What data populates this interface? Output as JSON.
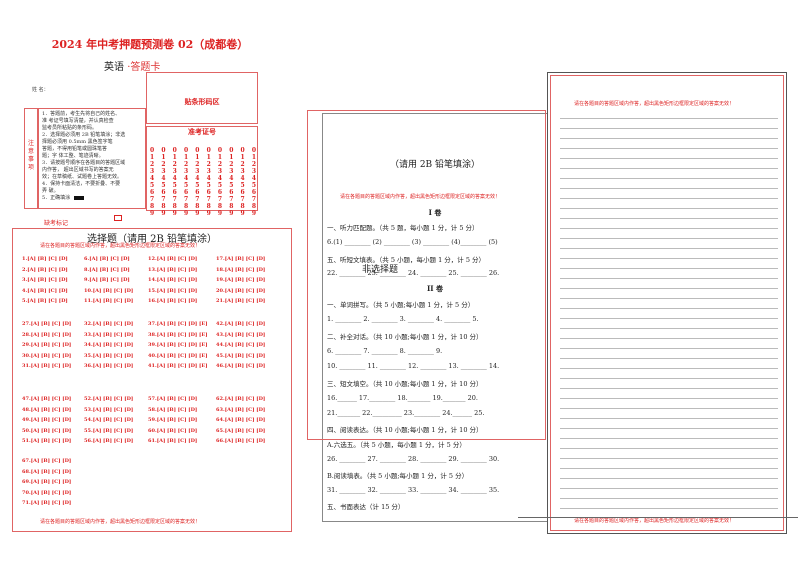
{
  "header": {
    "title": "2024 年中考押题预测卷 02（成都卷）",
    "subject": "英语",
    "card": "·答题卡",
    "name_label": "姓 名："
  },
  "barcode_label": "贴条形码区",
  "notes": {
    "side_label": "注意事项",
    "lines": [
      "1．答题前，考生先将自己的姓名、",
      "准 考证号填写清楚，并认真检查",
      "监考员所粘贴的条形码。",
      "2．选择题必须用 2B 铅笔填涂；非选",
      "择题必须用 0.5mm 黑色签字笔",
      "答题，不得用铅笔或圆珠笔答",
      "题；字 体工整、笔迹清晰。",
      "3．请按题号顺序在各题目的答题区域",
      "内作答， 超出区域书写的答案无",
      "效；在草稿纸、试题卷上答题无效。",
      "4．保持卡面清洁，不要折叠、不要",
      "弄 破。",
      "5．正确填涂"
    ]
  },
  "admit": {
    "label": "准考证号",
    "digits": [
      "0",
      "1",
      "2",
      "3",
      "4",
      "5",
      "6",
      "7",
      "8",
      "9"
    ],
    "columns": 10
  },
  "absent_label": "缺考标记",
  "warning": "请在各题目的答题区域内作答，超出黑色矩形边框限定区域的答案无效！",
  "choice": {
    "title": "选择题（请用 2B 铅笔填涂）",
    "blocks": [
      [
        "1.[A] [B] [C] [D]",
        "6.[A] [B] [C] [D]",
        "12.[A] [B] [C] [D]",
        "17.[A] [B] [C] [D]",
        "2.[A] [B] [C] [D]",
        "8.[A] [B] [C] [D]",
        "13.[A] [B] [C] [D]",
        "18.[A] [B] [C] [D]",
        "3.[A] [B] [C] [D]",
        "9.[A] [B] [C] [D]",
        "14.[A] [B] [C] [D]",
        "19.[A] [B] [C] [D]",
        "4.[A] [B] [C] [D]",
        "10.[A] [B] [C] [D]",
        "15.[A] [B] [C] [D]",
        "20.[A] [B] [C] [D]",
        "5.[A] [B] [C] [D]",
        "11.[A] [B] [C] [D]",
        "16.[A] [B] [C] [D]",
        "21.[A] [B] [C] [D]"
      ],
      [
        "27.[A] [B] [C] [D]",
        "32.[A] [B] [C] [D]",
        "37.[A] [B] [C] [D] [E]",
        "42.[A] [B] [C] [D]",
        "28.[A] [B] [C] [D]",
        "33.[A] [B] [C] [D]",
        "38.[A] [B] [C] [D] [E]",
        "43.[A] [B] [C] [D]",
        "29.[A] [B] [C] [D]",
        "34.[A] [B] [C] [D]",
        "39.[A] [B] [C] [D] [E]",
        "44.[A] [B] [C] [D]",
        "30.[A] [B] [C] [D]",
        "35.[A] [B] [C] [D]",
        "40.[A] [B] [C] [D] [E]",
        "45.[A] [B] [C] [D]",
        "31.[A] [B] [C] [D]",
        "36.[A] [B] [C] [D]",
        "41.[A] [B] [C] [D] [E]",
        "46.[A] [B] [C] [D]"
      ],
      [
        "47.[A] [B] [C] [D]",
        "52.[A] [B] [C] [D]",
        "57.[A] [B] [C] [D]",
        "62.[A] [B] [C] [D]",
        "48.[A] [B] [C] [D]",
        "53.[A] [B] [C] [D]",
        "58.[A] [B] [C] [D]",
        "63.[A] [B] [C] [D]",
        "49.[A] [B] [C] [D]",
        "54.[A] [B] [C] [D]",
        "59.[A] [B] [C] [D]",
        "64.[A] [B] [C] [D]",
        "50.[A] [B] [C] [D]",
        "55.[A] [B] [C] [D]",
        "60.[A] [B] [C] [D]",
        "65.[A] [B] [C] [D]",
        "51.[A] [B] [C] [D]",
        "56.[A] [B] [C] [D]",
        "61.[A] [B] [C] [D]",
        "66.[A] [B] [C] [D]"
      ],
      [
        "67.[A] [B] [C] [D]",
        "68.[A] [B] [C] [D]",
        "69.[A] [B] [C] [D]",
        "70.[A] [B] [C] [D]",
        "71.[A] [B] [C] [D]"
      ]
    ]
  },
  "middle": {
    "title": "（请用 2B 铅笔填涂）",
    "overlay": "非选择题",
    "juan1": "I 卷",
    "juan2": "II 卷",
    "sec1": "一、听力匹配题。（共 5 题，每小题 1 分，计 5 分）",
    "sec1_row": "6.(1) ________ (2) ________ (3) ________ (4)________ (5)",
    "sec2": "五、听短文填表。（共 5 小题，每小题 1 分，计 5 分）",
    "sec2_row": "22. ________ 23. ________ 24. ________ 25. ________ 26.",
    "sec3": "一、单词拼写。（共 5 小题;每小题 1 分，计 5 分）",
    "sec3_row": "1. ________ 2. ________ 3. ________ 4. ________ 5.",
    "sec4": "二、补全对话。（共 10 小题;每小题 1 分，计 10 分）",
    "sec4_row": "6. ________ 7. ________ 8. ________ 9.",
    "sec4_row2": "10. ________ 11. ________ 12. ________ 13. ________ 14.",
    "sec5": "三、短文填空。（共 10 小题;每小题 1 分，计 10 分）",
    "sec5_row": "16.______ 17.________ 18._______ 19._______ 20.",
    "sec5_row2": "21._______ 22._________ 23.________ 24.______ 25.",
    "sec6": "四、阅读表达。（共 10 小题;每小题 1 分，计 10 分）",
    "sec7": "A.六选五。（共 5 小题，每小题 1 分，计 5 分）",
    "sec7_row": "26. ________ 27. ________ 28. ________ 29. ________ 30.",
    "sec8": "B.阅读填表。（共 5 小题;每小题 1 分，计 5 分）",
    "sec8_row": "31. ________ 32. ________ 33. ________ 34. ________ 35.",
    "sec9": "五、书面表达（计 15 分）"
  },
  "right": {
    "line_count": 40
  }
}
